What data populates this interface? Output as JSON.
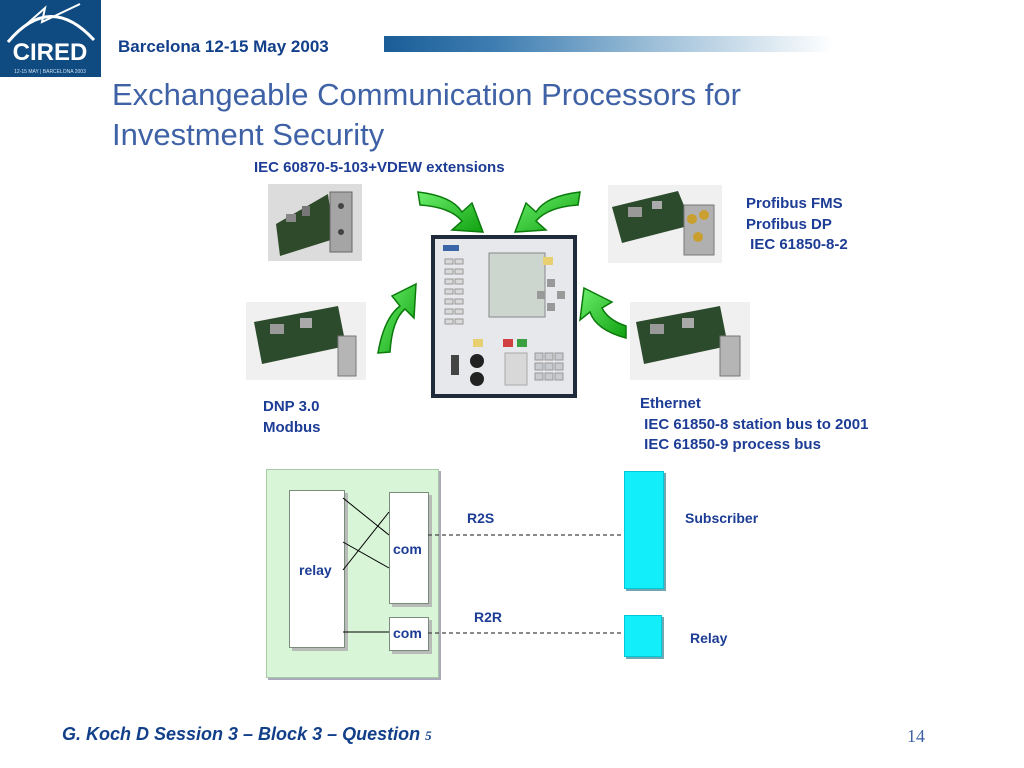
{
  "header": {
    "logo_text": "CIRED",
    "logo_subtext": "12-15 MAY | BARCELONA 2003",
    "conference": "Barcelona  12-15 May 2003"
  },
  "title": {
    "line1": "Exchangeable Communication Processors for",
    "line2": "Investment Security"
  },
  "modules": {
    "iec103": "IEC 60870-5-103+VDEW extensions",
    "profibus": "Profibus FMS\nProfibus DP\n IEC 61850-8-2",
    "dnp": "DNP 3.0\nModbus",
    "ethernet": "Ethernet\n IEC 61850-8 station bus to 2001\n IEC 61850-9 process bus"
  },
  "diagram": {
    "relay": "relay",
    "com_top": "com",
    "com_bottom": "com",
    "r2s": "R2S",
    "r2r": "R2R",
    "subscriber": "Subscriber",
    "relay_right": "Relay"
  },
  "footer": {
    "text": "G. Koch  D  Session 3   – Block 3 – Question ",
    "question_num": "5",
    "page_number": "14"
  },
  "colors": {
    "label_blue": "#1c3c95",
    "title_blue": "#3f62a6",
    "arrow_green": "#22cc22",
    "cyan": "#13eefb"
  }
}
